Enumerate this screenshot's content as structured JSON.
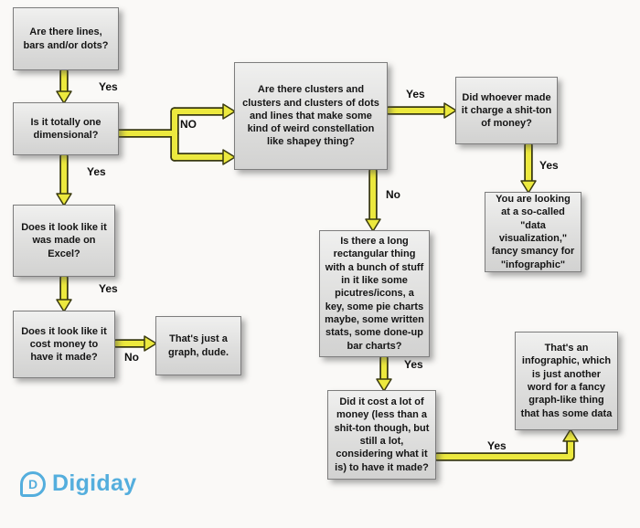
{
  "nodes": {
    "q_lines": "Are there lines, bars and/or dots?",
    "q_one_dimensional": "Is it totally one dimensional?",
    "q_excel": "Does it look like it was made on Excel?",
    "q_cost_money": "Does it look like it cost money to have it made?",
    "r_graph": "That's just a graph, dude.",
    "q_clusters": "Are there clusters and clusters and clusters of dots and lines that make some kind of weird constellation like shapey thing?",
    "q_shit_ton": "Did whoever made it charge a shit-ton of money?",
    "r_dataviz": "You are looking at a so-called \"data visualization,\" fancy smancy for \"infographic\"",
    "q_rectangular": "Is there a long rectangular thing with a bunch of stuff in it like some picutres/icons, a key, some pie charts maybe, some written stats, some done-up bar charts?",
    "q_lot_of_money": "Did it cost a lot of money (less than a shit-ton though, but still a lot, considering what it is) to have it made?",
    "r_infographic": "That's an infographic, which is just another word for a fancy graph-like thing that has some data"
  },
  "edge_labels": {
    "lines_yes": "Yes",
    "one_dimensional_yes": "Yes",
    "one_dimensional_no": "NO",
    "excel_yes": "Yes",
    "cost_money_no": "No",
    "clusters_yes": "Yes",
    "clusters_no": "No",
    "shit_ton_yes": "Yes",
    "rectangular_yes": "Yes",
    "lot_of_money_yes": "Yes"
  },
  "branding": {
    "logo_text": "Digiday",
    "logo_letter": "D",
    "logo_color": "#54aedd"
  },
  "colors": {
    "arrow": "#ece93e",
    "arrow_outline": "#3a3a10"
  }
}
